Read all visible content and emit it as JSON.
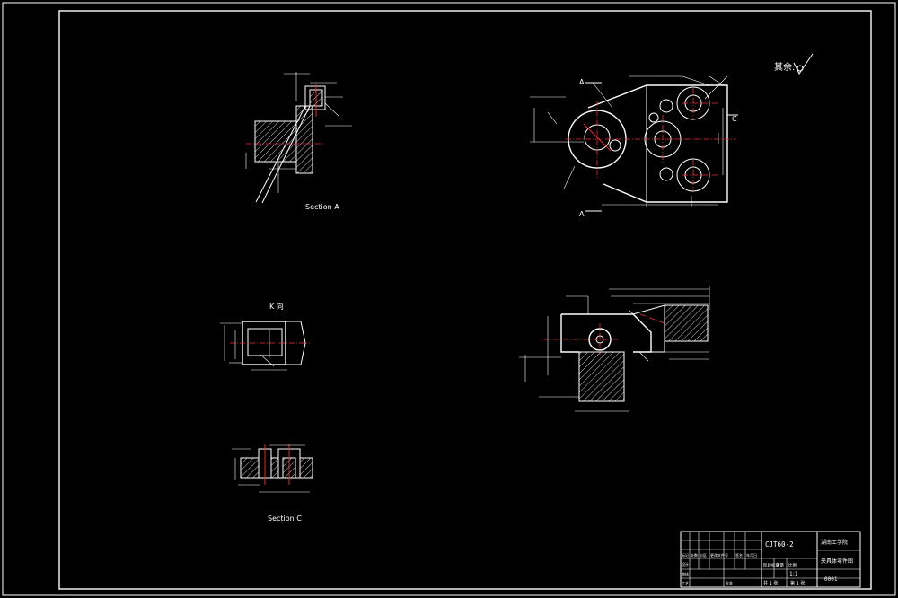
{
  "drawing": {
    "roughness_note": "其余:",
    "views": {
      "section_a": "Section A",
      "section_c": "Section C",
      "view_k": "K 向"
    },
    "markers": {
      "a": "A",
      "c": "C"
    }
  },
  "title_block": {
    "drawing_number": "CJT60-2",
    "school": "湖南工学院",
    "part_name": "夹具体零件图",
    "code": "0001",
    "scale": "1:1",
    "sheet_info": "第 1 张",
    "sheets_total": "共 1 张",
    "row_labels": [
      "标记",
      "处数",
      "分区",
      "更改文件号",
      "签名",
      "年月日"
    ],
    "role_labels": [
      "设计",
      "审核",
      "工艺",
      "批准"
    ],
    "stage_label": "阶段标记",
    "weight_label": "重量",
    "scale_label": "比例"
  },
  "colors": {
    "background": "#000000",
    "line": "#ffffff",
    "centerline": "#ff2a2a"
  }
}
